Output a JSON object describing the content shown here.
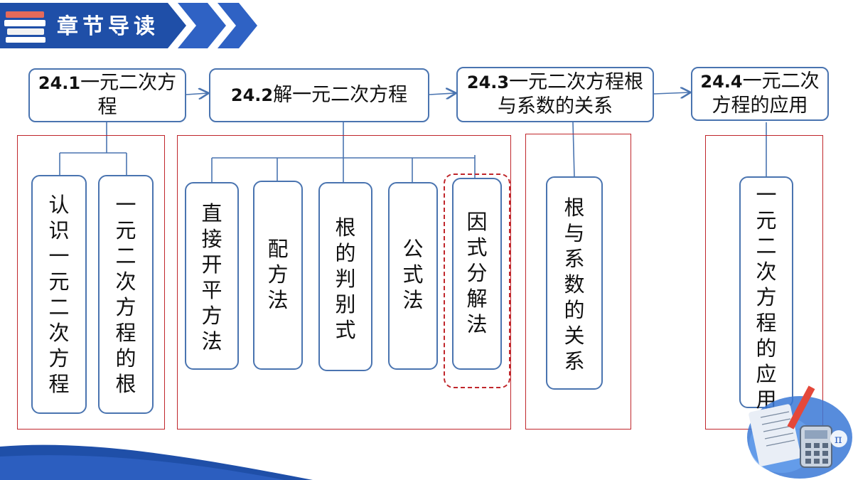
{
  "header": {
    "title": "章节导读"
  },
  "sections": [
    {
      "id": "s1",
      "title_num": "24.1",
      "title_text": "一元二次方程",
      "items": [
        "认识一元二次方程",
        "一元二次方程的根"
      ]
    },
    {
      "id": "s2",
      "title_num": "24.2",
      "title_text": "解一元二次方程",
      "items": [
        "直接开平方法",
        "配方法",
        "根的判别式",
        "公式法",
        "因式分解法"
      ]
    },
    {
      "id": "s3",
      "title_num": "24.3",
      "title_text": "一元二次方程根与系数的关系",
      "items": [
        "根与系数的关系"
      ]
    },
    {
      "id": "s4",
      "title_num": "24.4",
      "title_text": "一元二次方程的应用",
      "items": [
        "一元二次方程的应用"
      ]
    }
  ],
  "colors": {
    "accent": "#1f4fa8",
    "box_border": "#4a74b0",
    "frame_red": "#c0262b"
  }
}
